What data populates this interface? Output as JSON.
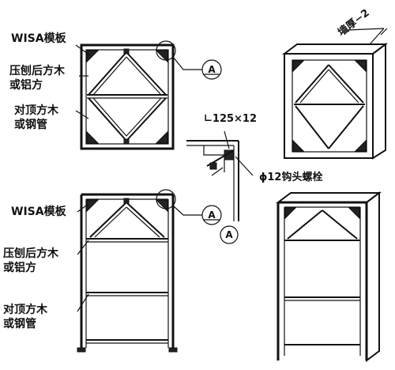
{
  "labels": {
    "tl_wisa": "WISA模板",
    "tl_planed_1": "压刨后方木",
    "tl_planed_2": "或铝方",
    "tl_brace_1": "对顶方木",
    "tl_brace_2": "或钢管",
    "bl_wisa": "WISA模板",
    "bl_planed_1": "压刨后方木",
    "bl_planed_2": "或铝方",
    "bl_brace_1": "对顶方木",
    "bl_brace_2": "或钢管",
    "angle_spec": "∟125×12",
    "bolt_spec": "ϕ12钩头螺栓",
    "wall_thickness": "墙厚−2",
    "detail_mark": "A"
  }
}
